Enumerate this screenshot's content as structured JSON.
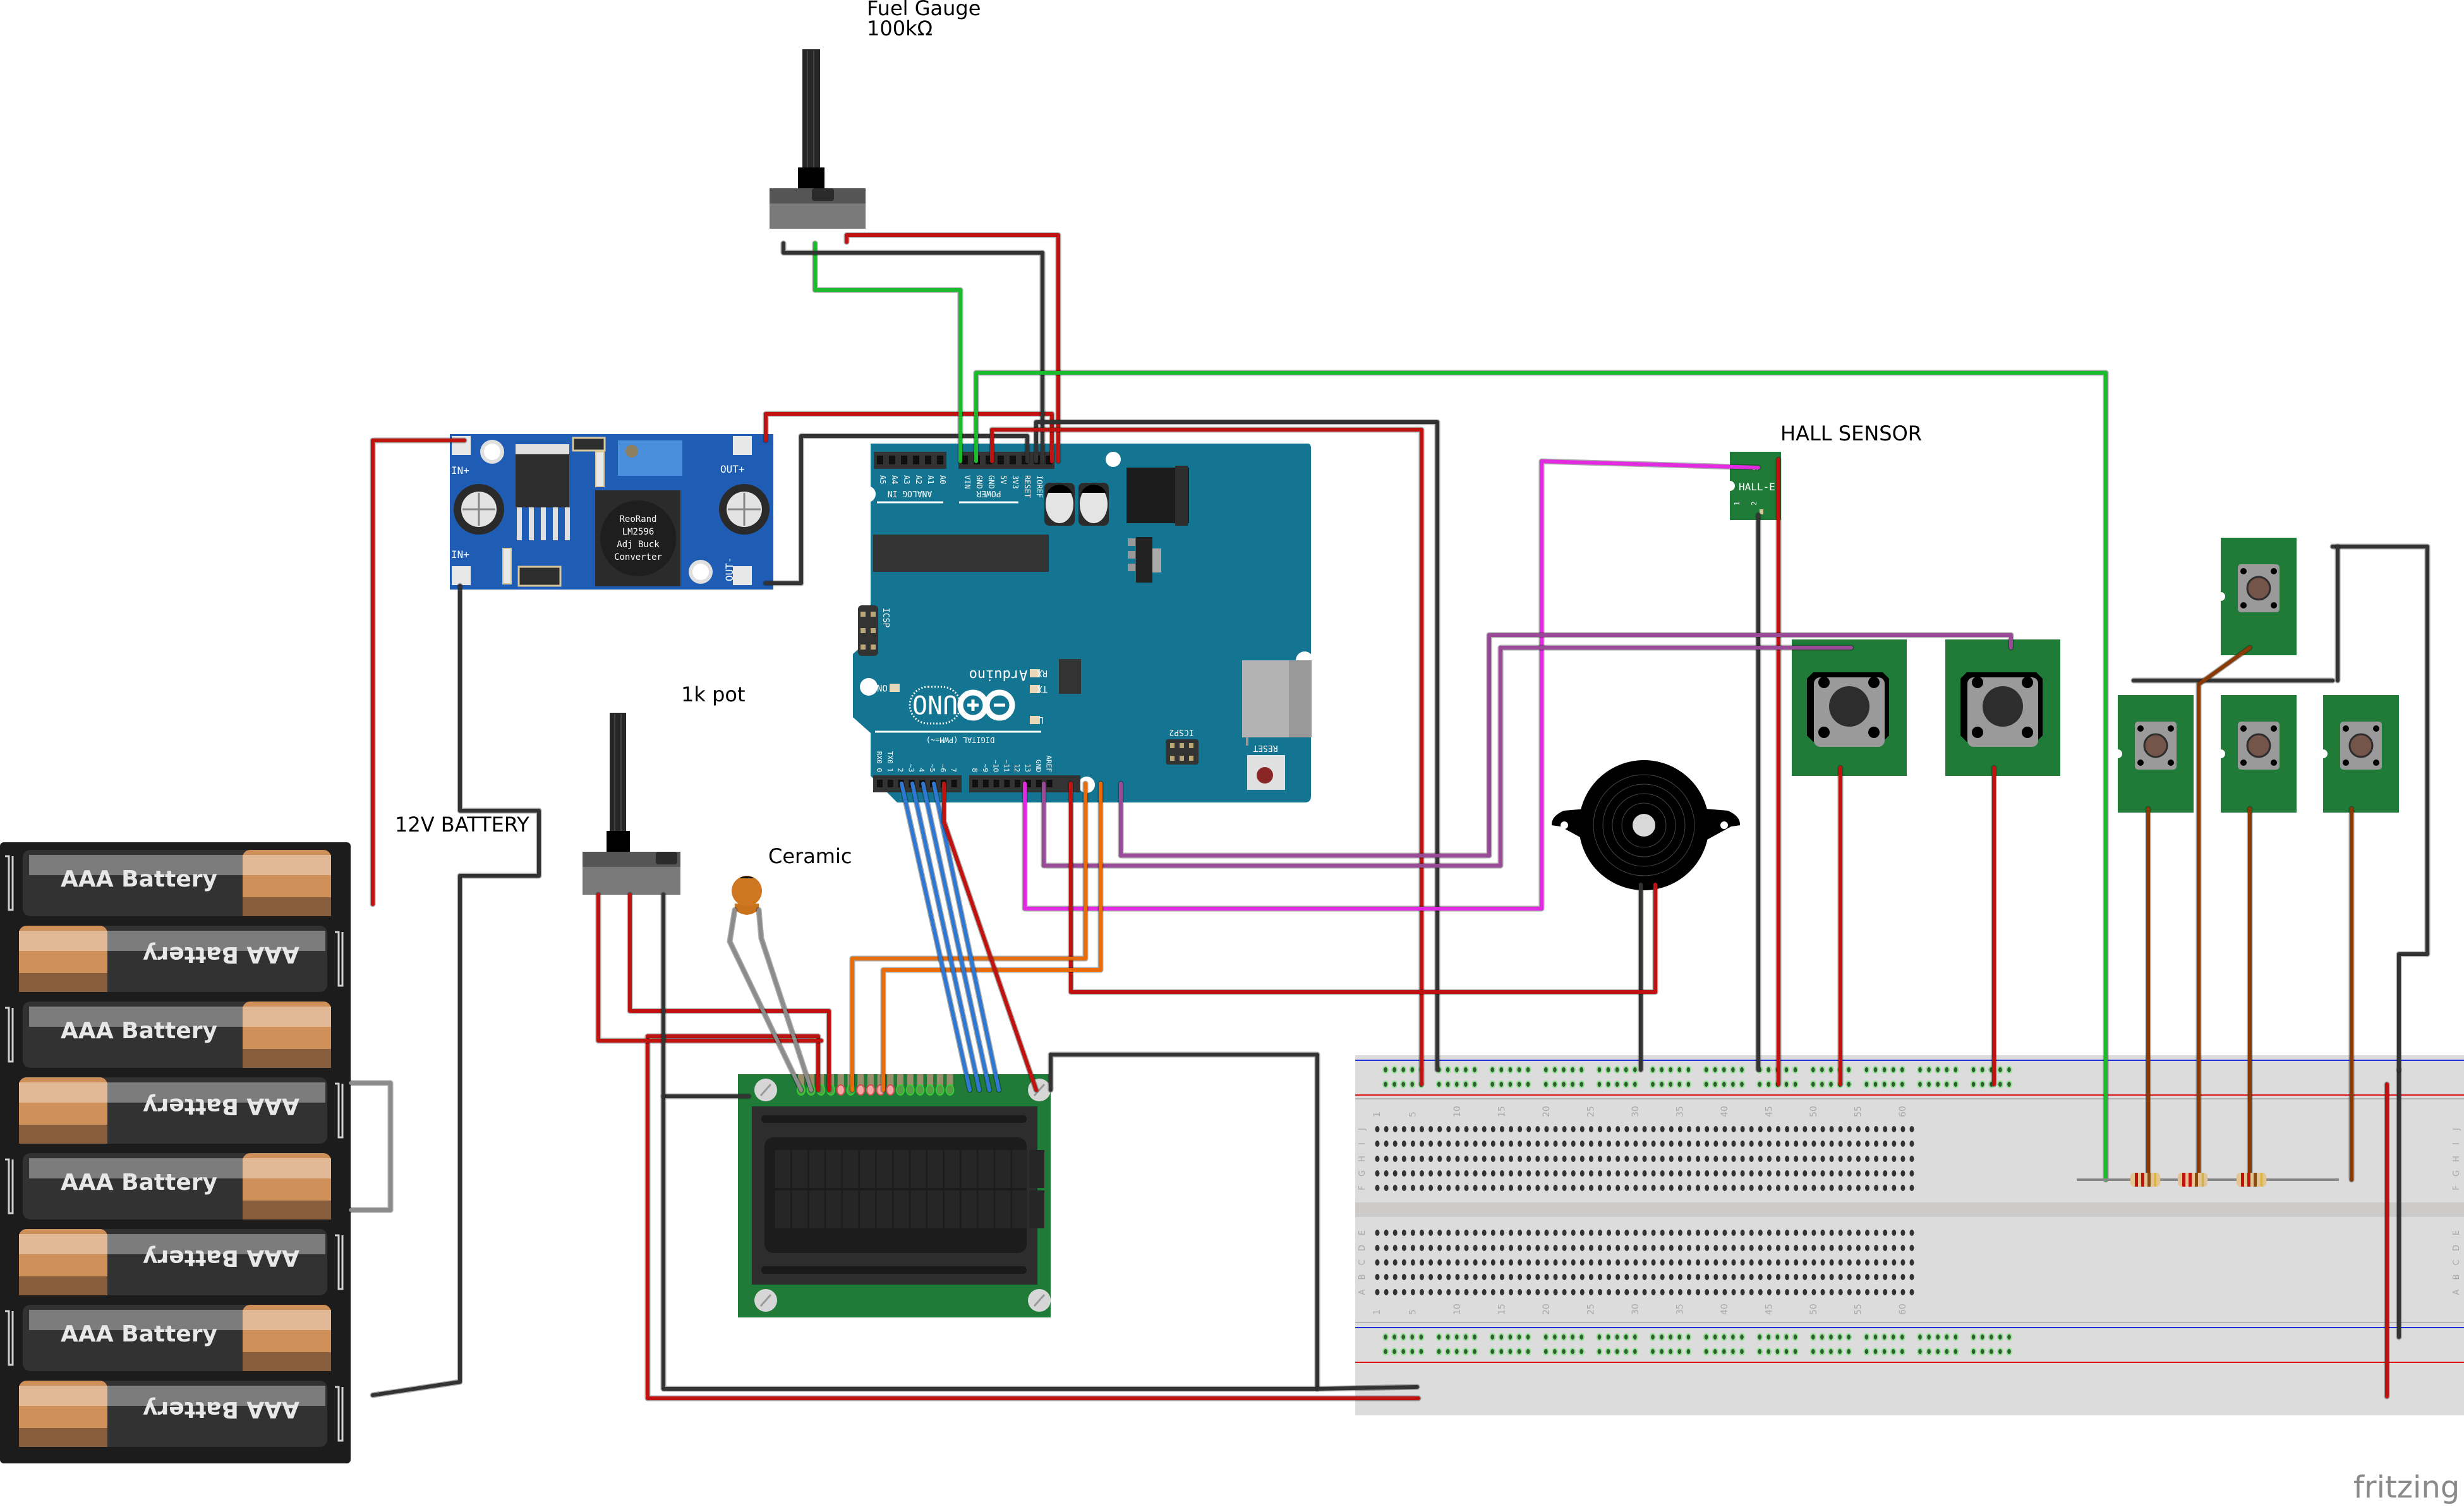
{
  "labels": {
    "fuel_gauge_title": "Fuel Gauge",
    "fuel_gauge_value": "100kΩ",
    "pot_1k": "1k pot",
    "ceramic": "Ceramic",
    "battery_12v": "12V BATTERY",
    "hall_sensor": "HALL SENSOR",
    "watermark": "fritzing"
  },
  "buck_converter": {
    "chip_lines": [
      "ReoRand",
      "LM2596",
      "Adj Buck",
      "Converter"
    ],
    "in_plus_top": "IN+",
    "in_plus_bottom": "IN+",
    "out_plus": "OUT+",
    "out_minus": "OUT-"
  },
  "battery_pack": {
    "cells": [
      "AAA Battery",
      "AAA Battery",
      "AAA Battery",
      "AAA Battery",
      "AAA Battery",
      "AAA Battery",
      "AAA Battery",
      "AAA Battery"
    ]
  },
  "arduino": {
    "model": "UNO",
    "brand": "Arduino",
    "analog_header_label": "ANALOG IN",
    "power_header_label": "POWER",
    "digital_header_label": "DIGITAL (PWM=~)",
    "analog_pins": [
      "A5",
      "A4",
      "A3",
      "A2",
      "A1",
      "A0"
    ],
    "power_pins": [
      "VIN",
      "GND",
      "GND",
      "5V",
      "3V3",
      "RESET",
      "IOREF"
    ],
    "digital_pins_low": [
      "RX0 0",
      "TX0 1",
      "2",
      "~3",
      "4",
      "~5",
      "~6",
      "7"
    ],
    "digital_pins_high": [
      "8",
      "~9",
      "~10",
      "~11",
      "12",
      "13",
      "GND",
      "AREF"
    ],
    "led_labels": [
      "ON",
      "TX",
      "RX",
      "L"
    ],
    "icsp_label": "ICSP",
    "icsp2_label": "ICSP2",
    "reset_label": "RESET"
  },
  "hall_module": {
    "board_label": "HALL-E",
    "pin1": "1",
    "pin2": "2",
    "pin3": "S"
  },
  "breadboard": {
    "column_numbers": [
      "1",
      "5",
      "10",
      "15",
      "20",
      "25",
      "30",
      "35",
      "40",
      "45",
      "50",
      "55",
      "60"
    ],
    "row_letters_top": [
      "J",
      "I",
      "H",
      "G",
      "F"
    ],
    "row_letters_bottom": [
      "E",
      "D",
      "C",
      "B",
      "A"
    ]
  },
  "lcd": {
    "rows": 2,
    "columns": 16
  },
  "colors": {
    "arduino_blue": "#137591",
    "buck_blue": "#1f5db5",
    "pcb_green": "#207a38",
    "wire_red": "#c0120f",
    "wire_black": "#333333",
    "wire_green": "#1cba2c",
    "wire_blue": "#2f78d1",
    "wire_orange": "#e86b0c",
    "wire_purple": "#9b4a98",
    "wire_magenta": "#e22be0",
    "wire_brown": "#8a3a06",
    "wire_gray": "#8c8c8c",
    "breadboard": "#dcdcdc"
  }
}
